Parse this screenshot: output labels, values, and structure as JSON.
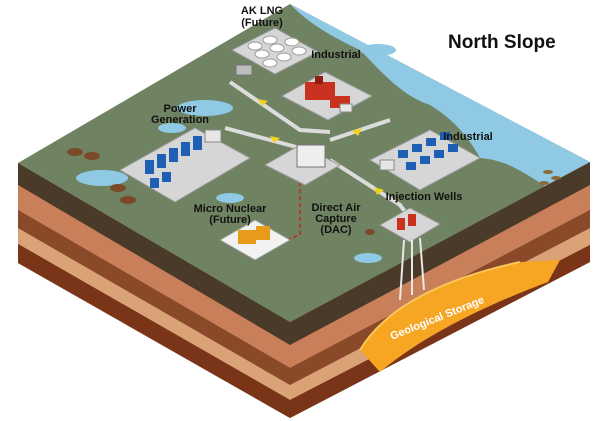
{
  "title": "North Slope",
  "labels": {
    "ak_lng": [
      "AK LNG",
      "(Future)"
    ],
    "industrial_top": "Industrial",
    "power_generation": [
      "Power",
      "Generation"
    ],
    "industrial_right": "Industrial",
    "injection_wells": "Injection Wells",
    "dac": [
      "Direct Air",
      "Capture",
      "(DAC)"
    ],
    "micro_nuclear": [
      "Micro Nuclear",
      "(Future)"
    ],
    "geological_storage": "Geological Storage"
  },
  "colors": {
    "ground": "#6f8262",
    "sea": "#8fc9e3",
    "pad": "#d6d6d6",
    "storage": "#f6a623",
    "red_facility": "#c8321e",
    "blue_facility": "#1f5fb3",
    "nuclear": "#e89a1a"
  }
}
